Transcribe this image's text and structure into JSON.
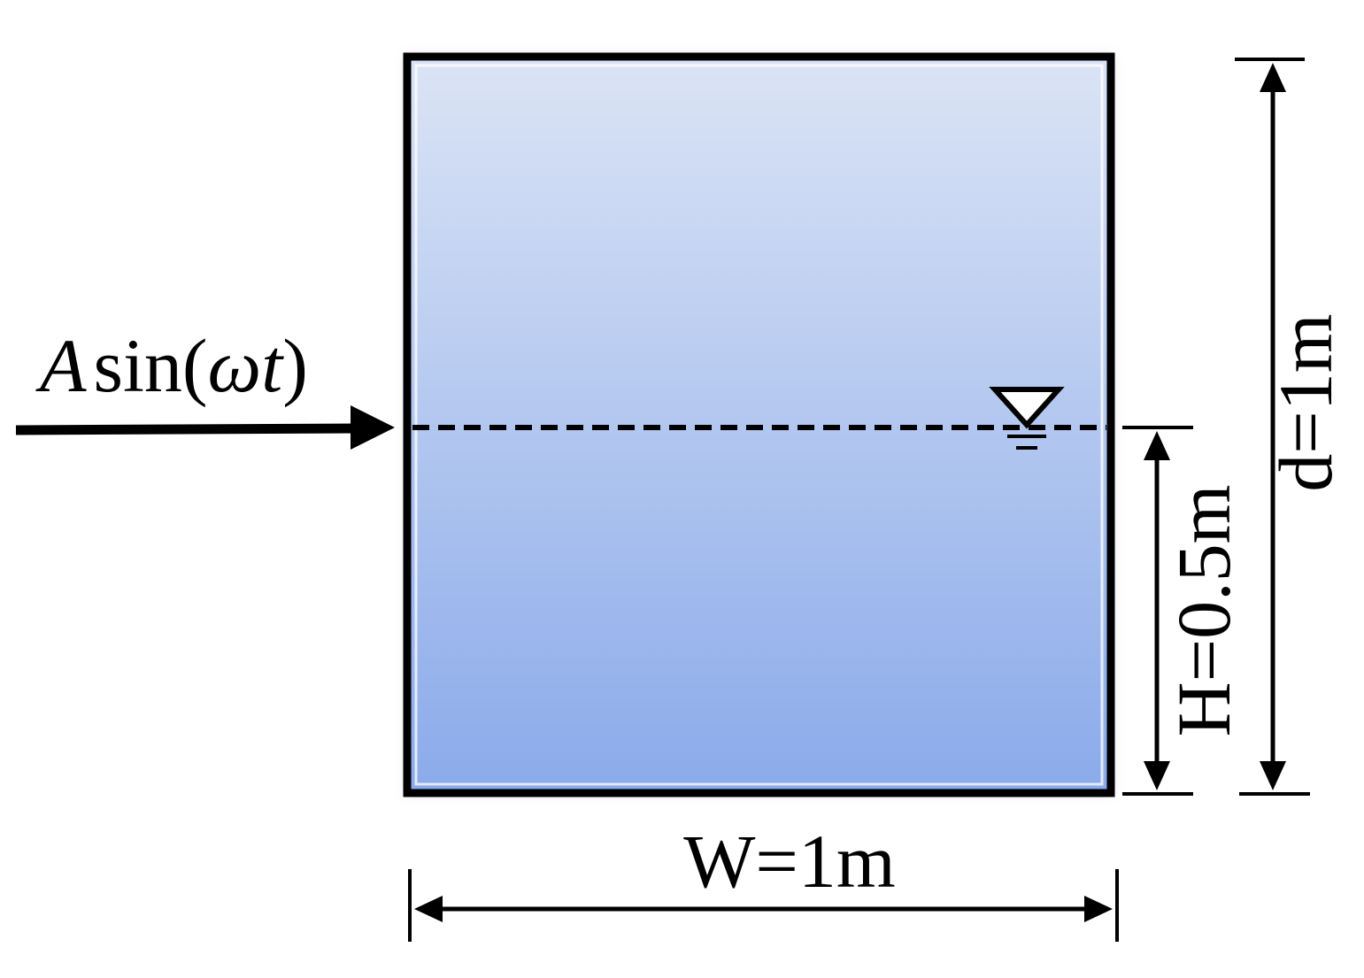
{
  "diagram": {
    "excitation_label": {
      "amplitude": "A",
      "function": "sin(",
      "omega": "ω",
      "time": "t",
      "close": ")"
    },
    "width_label": "W=1m",
    "liquid_height_label": "H=0.5m",
    "tank_height_label": "d=1m",
    "free_surface_symbol": "free-surface-triangle-icon",
    "colors": {
      "liquid_top": "#dbe4f5",
      "liquid_bottom": "#8aaaea",
      "wall": "#000000",
      "free_surface_line": "#000000"
    }
  }
}
